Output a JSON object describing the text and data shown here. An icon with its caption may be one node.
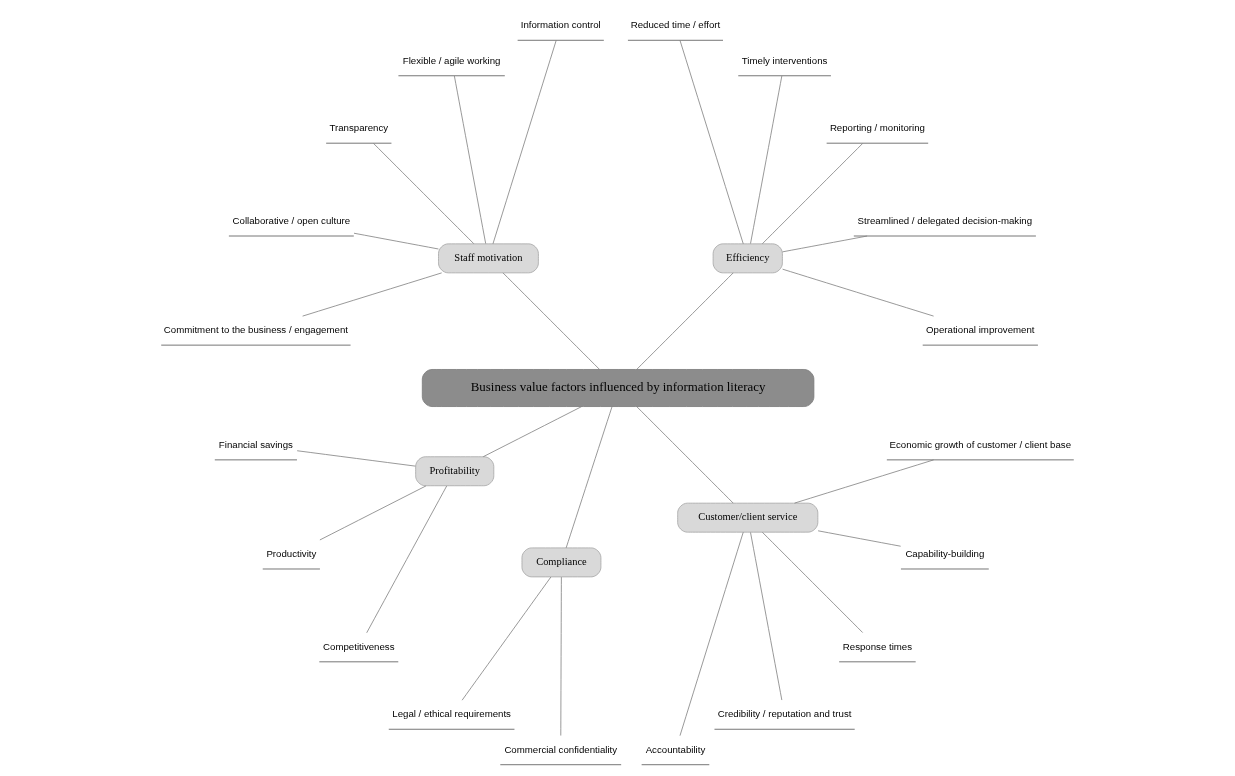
{
  "diagram": {
    "nodes": [
      {
        "text": [
          "Business value factors influenced by information literacy"
        ]
      },
      {
        "text": [
          "Efficiency"
        ]
      },
      {
        "text": [
          "Operational improvement"
        ]
      },
      {
        "text": [
          "Streamlined / delegated decision-making"
        ]
      },
      {
        "text": [
          "Reporting / monitoring"
        ]
      },
      {
        "text": [
          "Timely interventions"
        ]
      },
      {
        "text": [
          "Reduced time / effort"
        ]
      },
      {
        "text": [
          "Staff motivation"
        ]
      },
      {
        "text": [
          "Information control"
        ]
      },
      {
        "text": [
          "Flexible / agile working"
        ]
      },
      {
        "text": [
          "Transparency"
        ]
      },
      {
        "text": [
          "Collaborative / open culture"
        ]
      },
      {
        "text": [
          "Commitment to the business / engagement"
        ]
      },
      {
        "text": [
          "Profitability"
        ]
      },
      {
        "text": [
          "Financial savings"
        ]
      },
      {
        "text": [
          "Productivity"
        ]
      },
      {
        "text": [
          "Competitiveness"
        ]
      },
      {
        "text": [
          "Compliance"
        ]
      },
      {
        "text": [
          "Legal / ethical requirements"
        ]
      },
      {
        "text": [
          "Commercial confidentiality"
        ]
      },
      {
        "text": [
          "Customer/client service"
        ]
      },
      {
        "text": [
          "Accountability"
        ]
      },
      {
        "text": [
          "Credibility / reputation and trust"
        ]
      },
      {
        "text": [
          "Response times"
        ]
      },
      {
        "text": [
          "Capability-building"
        ]
      },
      {
        "text": [
          "Economic growth of customer / client base"
        ]
      }
    ],
    "edges": [
      {
        "from": 0,
        "to": 1,
        "arrow": "none"
      },
      {
        "from": 1,
        "to": 2,
        "arrow": "none"
      },
      {
        "from": 1,
        "to": 3,
        "arrow": "none"
      },
      {
        "from": 1,
        "to": 4,
        "arrow": "none"
      },
      {
        "from": 1,
        "to": 5,
        "arrow": "none"
      },
      {
        "from": 1,
        "to": 6,
        "arrow": "none"
      },
      {
        "from": 0,
        "to": 7,
        "arrow": "none"
      },
      {
        "from": 7,
        "to": 8,
        "arrow": "none"
      },
      {
        "from": 7,
        "to": 9,
        "arrow": "none"
      },
      {
        "from": 7,
        "to": 10,
        "arrow": "none"
      },
      {
        "from": 7,
        "to": 11,
        "arrow": "none"
      },
      {
        "from": 7,
        "to": 12,
        "arrow": "none"
      },
      {
        "from": 0,
        "to": 13,
        "arrow": "none"
      },
      {
        "from": 13,
        "to": 14,
        "arrow": "none"
      },
      {
        "from": 13,
        "to": 15,
        "arrow": "none"
      },
      {
        "from": 13,
        "to": 16,
        "arrow": "none"
      },
      {
        "from": 0,
        "to": 17,
        "arrow": "none"
      },
      {
        "from": 17,
        "to": 18,
        "arrow": "none"
      },
      {
        "from": 17,
        "to": 19,
        "arrow": "none"
      },
      {
        "from": 0,
        "to": 20,
        "arrow": "none"
      },
      {
        "from": 20,
        "to": 21,
        "arrow": "none"
      },
      {
        "from": 20,
        "to": 22,
        "arrow": "none"
      },
      {
        "from": 20,
        "to": 23,
        "arrow": "none"
      },
      {
        "from": 20,
        "to": 24,
        "arrow": "none"
      },
      {
        "from": 20,
        "to": 25,
        "arrow": "none"
      }
    ]
  }
}
